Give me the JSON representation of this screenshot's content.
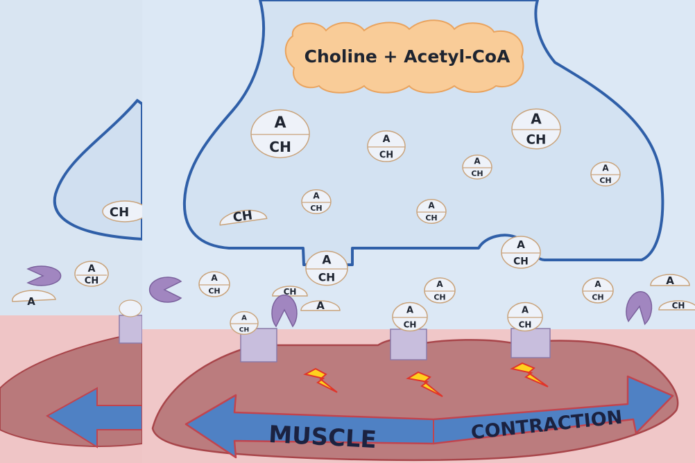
{
  "labels": {
    "precursor": "Choline + Acetyl-CoA",
    "acetate": "A",
    "choline": "CH",
    "arrow_left": "MUSCLE",
    "arrow_right": "CONTRACTION"
  },
  "colors": {
    "cleft": "#dce8f5",
    "terminal": "#d3e2f2",
    "membrane": "#2f5fa8",
    "muscle_band": "#f0c7c8",
    "muscle_cell": "#bb7c7e",
    "muscle_edge": "#a8454a",
    "precursor_fill": "#f9cc98",
    "precursor_edge": "#e9a35e",
    "molecule_fill": "#eef2f9",
    "molecule_edge": "#c9a37b",
    "enzyme": "#a186c0",
    "receptor": "#c8bedd",
    "arrow": "#4f81c4",
    "arrow_edge": "#c1444e",
    "bolt": "#ffd21e",
    "bolt_edge": "#e0342a"
  },
  "icons": [
    "lightning-bolt-icon",
    "enzyme-pacman-icon"
  ]
}
